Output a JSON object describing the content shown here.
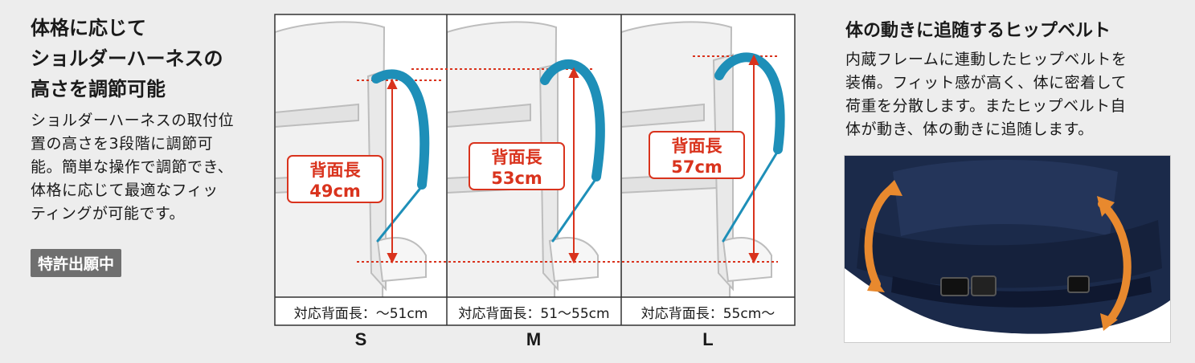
{
  "left": {
    "title_lines": [
      "体格に応じて",
      "ショルダーハーネスの",
      "高さを調節可能"
    ],
    "body_lines": [
      "ショルダーハーネスの取付位",
      "置の高さを3段階に調節可",
      "能。簡単な操作で調節でき、",
      "体格に応じて最適なフィッ",
      "ティングが可能です。"
    ],
    "badge": "特許出願中"
  },
  "panels": [
    {
      "label_top": "背面長",
      "label_bottom": "49cm",
      "range": "対応背面長：〜51cm",
      "size": "S"
    },
    {
      "label_top": "背面長",
      "label_bottom": "53cm",
      "range": "対応背面長：51〜55cm",
      "size": "M"
    },
    {
      "label_top": "背面長",
      "label_bottom": "57cm",
      "range": "対応背面長：55cm〜",
      "size": "L"
    }
  ],
  "right": {
    "title": "体の動きに追随するヒップベルト",
    "body_lines": [
      "内蔵フレームに連動したヒップベルトを",
      "装備。フィット感が高く、体に密着して",
      "荷重を分散します。またヒップベルト自",
      "体が動き、体の動きに追随します。"
    ]
  },
  "colors": {
    "strap": "#1e8fb8",
    "measure": "#d9331d",
    "badge_bg": "#6f6f6f",
    "belt": "#1b2a4a",
    "arrow": "#e8892e"
  }
}
